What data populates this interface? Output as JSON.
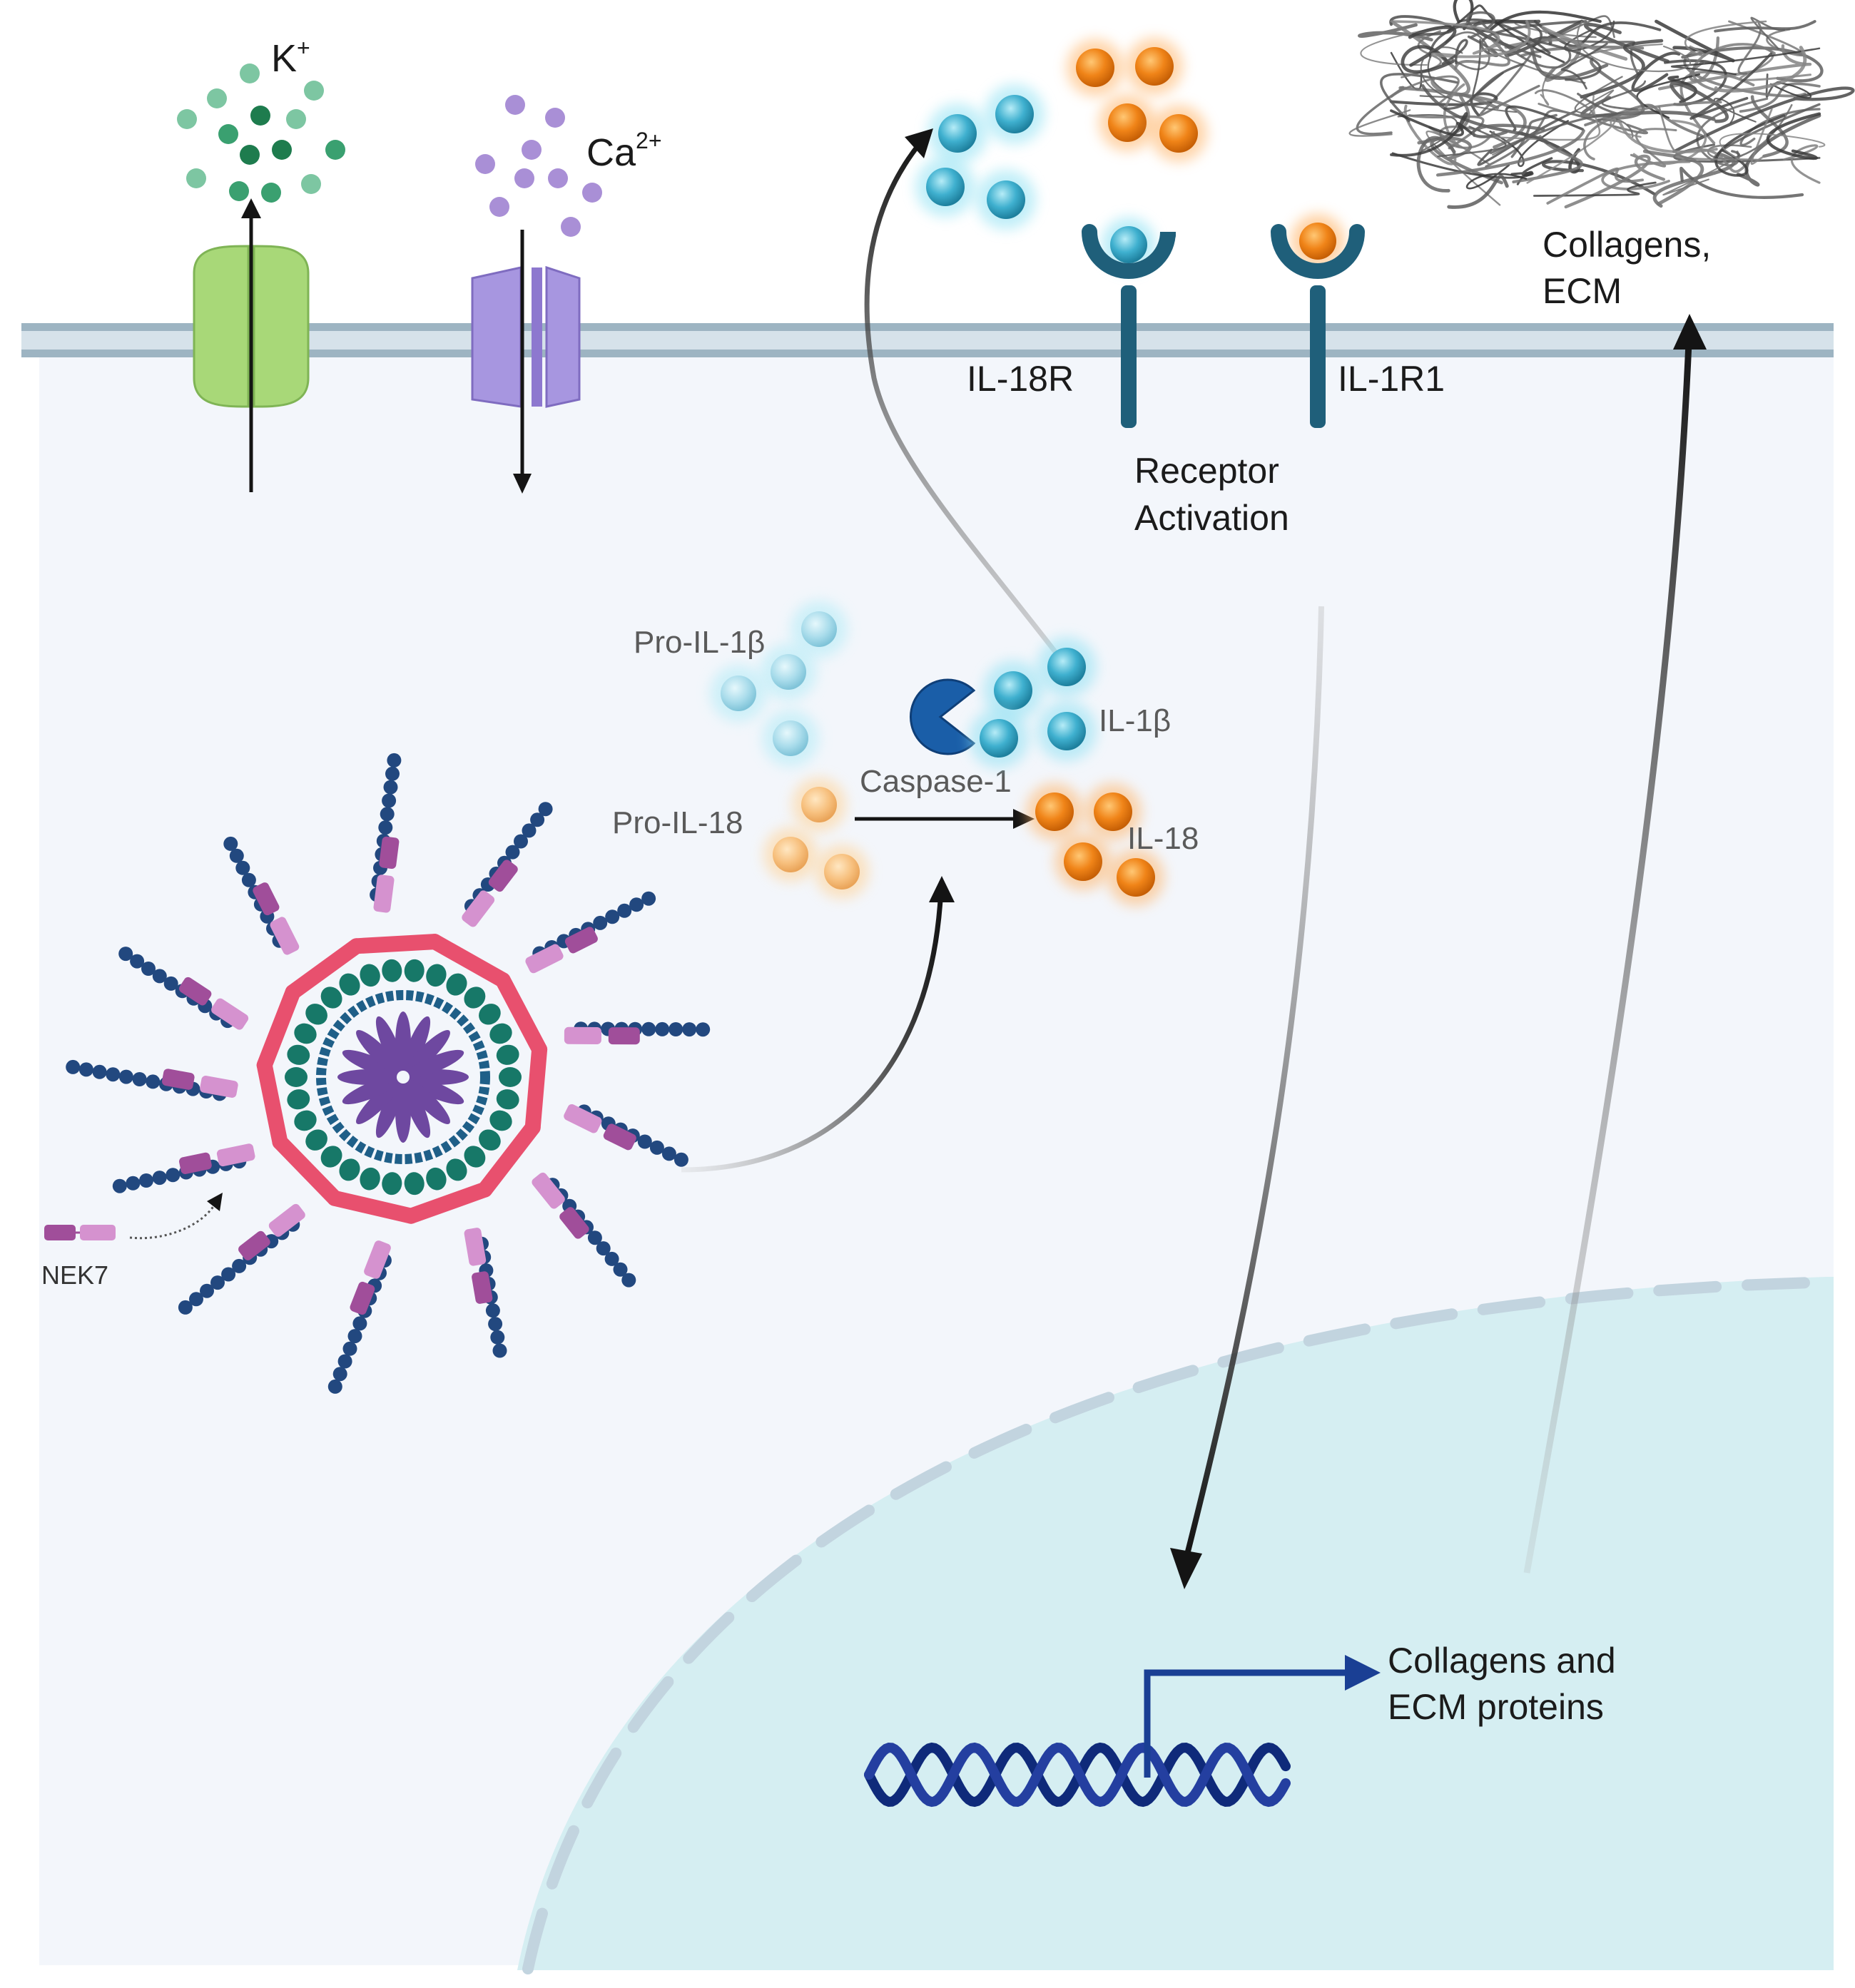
{
  "labels": {
    "potassium": "K",
    "potassium_charge": "+",
    "calcium": "Ca",
    "calcium_charge": "2+",
    "il18r": "IL-18R",
    "il1r1": "IL-1R1",
    "receptor_activation_line1": "Receptor",
    "receptor_activation_line2": "Activation",
    "collagens_ecm_line1": "Collagens,",
    "collagens_ecm_line2": "ECM",
    "pro_il1b": "Pro-IL-1β",
    "pro_il18": "Pro-IL-18",
    "caspase1": "Caspase-1",
    "il1b": "IL-1β",
    "il18": "IL-18",
    "nek7": "NEK7",
    "collagens_proteins_line1": "Collagens and",
    "collagens_proteins_line2": "ECM proteins"
  },
  "colors": {
    "cytoplasm": "#f3f6fb",
    "nucleus": "#d5eef2",
    "membrane": "#aec4d0",
    "k_ion": "#3aa070",
    "ca_ion": "#a98fd6",
    "k_channel": "#a8d878",
    "ca_channel": "#a796e0",
    "il1b": "#3aaac8",
    "il18": "#f08418",
    "receptor": "#1f5f7a",
    "caspase": "#1a5ea8",
    "asc_filament": "#22487f",
    "nlrp3": "#e8506e",
    "ring": "#177868",
    "core": "#6e48a0",
    "nek7": "#a04e9a",
    "dna": "#1a2e8c",
    "collagen": "#4a4a4a"
  }
}
